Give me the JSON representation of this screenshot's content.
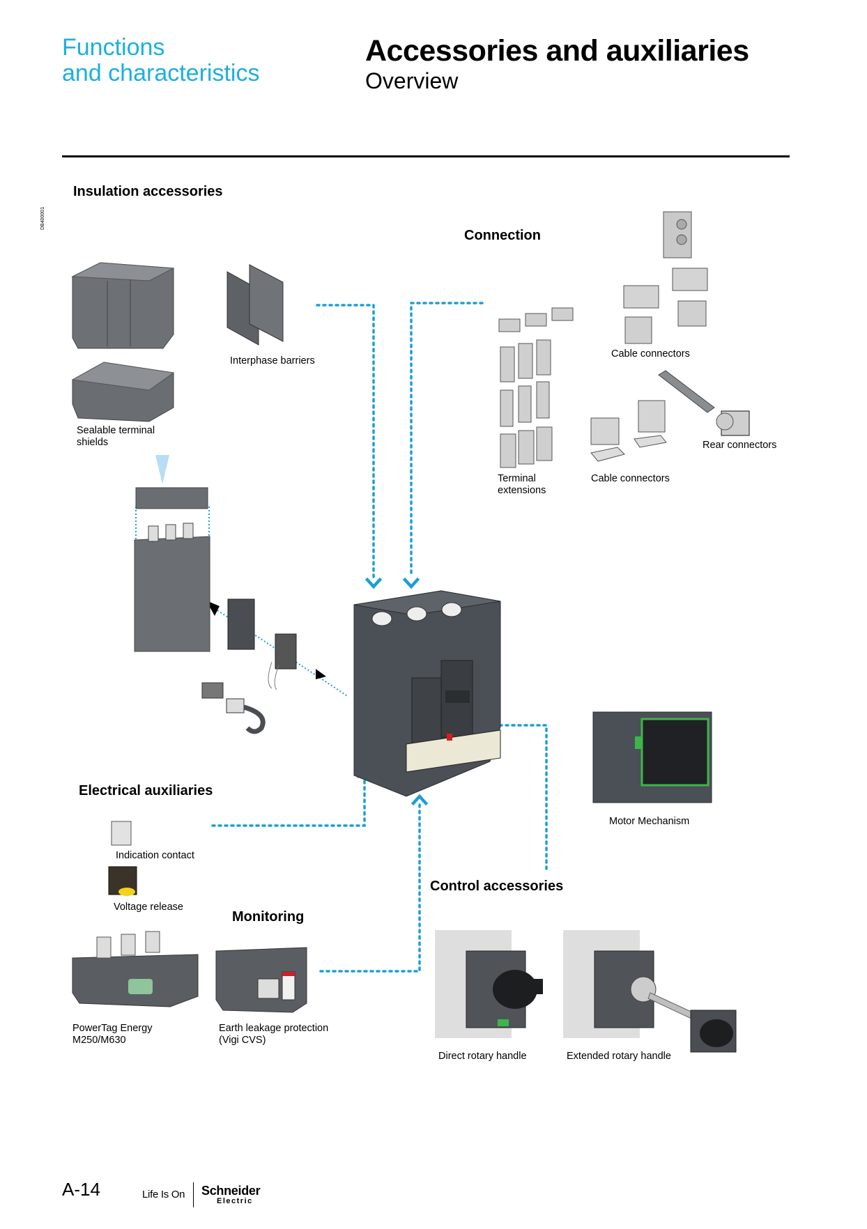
{
  "header": {
    "section_line1": "Functions",
    "section_line2": "and characteristics",
    "title": "Accessories and auxiliaries",
    "subtitle": "Overview",
    "side_code": "DB400001"
  },
  "colors": {
    "accent": "#1ab0e0",
    "connector_dots": "#1a9fd6",
    "product_dark": "#4a4f55",
    "product_light": "#c8c8c8"
  },
  "sections": {
    "insulation": {
      "title": "Insulation accessories",
      "items": [
        "Interphase barriers",
        "Sealable terminal\nshields"
      ]
    },
    "connection": {
      "title": "Connection",
      "items": [
        "Cable connectors",
        "Terminal\nextensions",
        "Cable connectors",
        "Rear connectors"
      ]
    },
    "electrical_auxiliaries": {
      "title": "Electrical auxiliaries",
      "items": [
        "Indication contact",
        "Voltage release"
      ]
    },
    "monitoring": {
      "title": "Monitoring",
      "items": [
        "PowerTag Energy\nM250/M630",
        "Earth leakage protection\n(Vigi CVS)"
      ]
    },
    "control": {
      "title": "Control accessories",
      "items": [
        "Direct rotary handle",
        "Extended rotary handle",
        "Motor Mechanism"
      ]
    }
  },
  "footer": {
    "page": "A-14",
    "tagline": "Life Is On",
    "brand": "Schneider",
    "brand_sub": "Electric"
  }
}
